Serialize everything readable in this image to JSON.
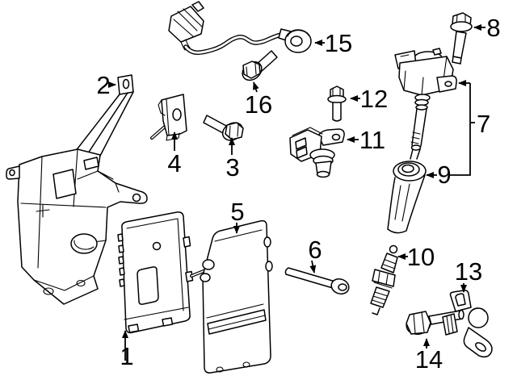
{
  "diagram": {
    "background_color": "#ffffff",
    "line_color": "#000000",
    "callouts": [
      "1",
      "2",
      "3",
      "4",
      "5",
      "6",
      "7",
      "8",
      "9",
      "10",
      "11",
      "12",
      "13",
      "14",
      "15",
      "16"
    ],
    "drawings": [
      {
        "callout": "1",
        "icon": "engine-control-module-drawing"
      },
      {
        "callout": "2",
        "icon": "mounting-bracket-drawing"
      },
      {
        "callout": "3",
        "icon": "flange-bolt-drawing"
      },
      {
        "callout": "4",
        "icon": "small-bracket-drawing"
      },
      {
        "callout": "5",
        "icon": "module-cover-drawing"
      },
      {
        "callout": "6",
        "icon": "long-bolt-drawing"
      },
      {
        "callout": "7",
        "icon": "ignition-coil-drawing"
      },
      {
        "callout": "8",
        "icon": "coil-bolt-drawing"
      },
      {
        "callout": "9",
        "icon": "coil-boot-drawing"
      },
      {
        "callout": "10",
        "icon": "spark-plug-drawing"
      },
      {
        "callout": "11",
        "icon": "camshaft-sensor-drawing"
      },
      {
        "callout": "12",
        "icon": "sensor-bolt-drawing"
      },
      {
        "callout": "13",
        "icon": "crankshaft-sensor-drawing"
      },
      {
        "callout": "14",
        "icon": "sensor-bolt-drawing"
      },
      {
        "callout": "15",
        "icon": "knock-sensor-harness-drawing"
      },
      {
        "callout": "16",
        "icon": "knock-sensor-bolt-drawing"
      }
    ]
  }
}
